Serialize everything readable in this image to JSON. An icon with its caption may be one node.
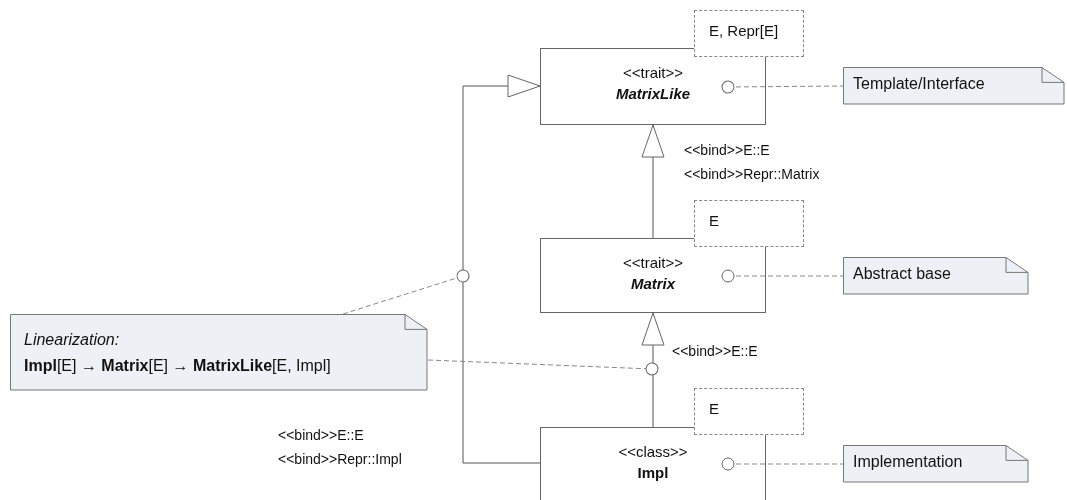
{
  "diagram": {
    "nodes": [
      {
        "text": [
          "<<trait>>",
          "MatrixLike"
        ]
      },
      {
        "text": [
          "E, Repr[E]"
        ]
      },
      {
        "text": [
          "Template/Interface"
        ]
      },
      {
        "text": [
          "<<trait>>",
          "Matrix"
        ]
      },
      {
        "text": [
          "E"
        ]
      },
      {
        "text": [
          "Abstract base"
        ]
      },
      {
        "text": [
          "<<class>>",
          "Impl"
        ]
      },
      {
        "text": [
          "E"
        ]
      },
      {
        "text": [
          "Implementation"
        ]
      },
      {
        "text": [
          "Linearization:",
          "**Impl**[E] → **Matrix**[E] → **MatrixLike**[E, Impl]"
        ]
      }
    ],
    "edges": [
      {
        "from": 3,
        "to": 0,
        "arrow": "to"
      },
      {
        "from": 6,
        "to": 3,
        "arrow": "to"
      },
      {
        "from": 6,
        "to": 0,
        "arrow": "to"
      },
      {
        "from": 0,
        "to": 2,
        "arrow": "other",
        "style": "dashed"
      },
      {
        "from": 3,
        "to": 5,
        "arrow": "other",
        "style": "dashed"
      },
      {
        "from": 6,
        "to": 8,
        "arrow": "other",
        "style": "dashed"
      },
      {
        "from": 9,
        "to": null,
        "arrow": "other",
        "style": "dashed"
      },
      {
        "from": 9,
        "to": null,
        "arrow": "other",
        "style": "dashed"
      }
    ],
    "labels": [
      "<<bind>>E::E",
      "<<bind>>Repr::Matrix",
      "<<bind>>E::E",
      "<<bind>>E::E",
      "<<bind>>Repr::Impl"
    ]
  }
}
